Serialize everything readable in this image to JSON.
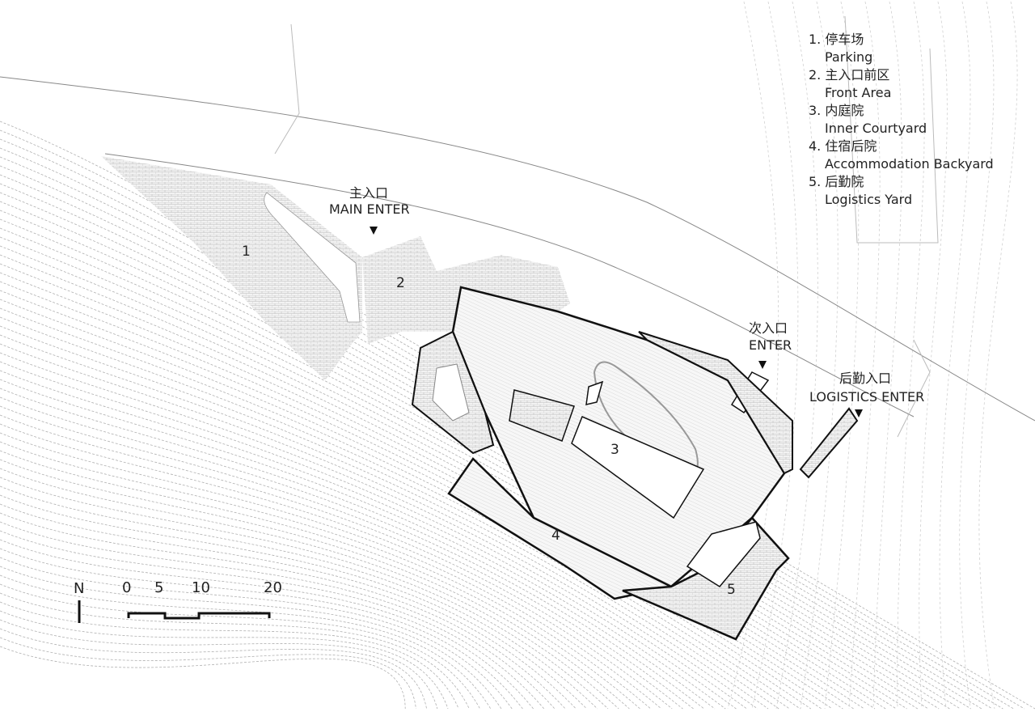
{
  "legend": [
    {
      "number": "1.",
      "zh": "停车场",
      "en": "Parking"
    },
    {
      "number": "2.",
      "zh": "主入口前区",
      "en": "Front Area"
    },
    {
      "number": "3.",
      "zh": "内庭院",
      "en": "Inner Courtyard"
    },
    {
      "number": "4.",
      "zh": "住宿后院",
      "en": "Accommodation Backyard"
    },
    {
      "number": "5.",
      "zh": "后勤院",
      "en": "Logistics Yard"
    }
  ],
  "zones": [
    "1",
    "2",
    "3",
    "4",
    "5"
  ],
  "entrances": {
    "main": {
      "zh": "主入口",
      "en": "MAIN ENTER"
    },
    "secondary": {
      "zh": "次入口",
      "en": "ENTER"
    },
    "logistics": {
      "zh": "后勤入口",
      "en": "LOGISTICS ENTER"
    }
  },
  "north_arrow": "N",
  "scale_bar": {
    "ticks": [
      "0",
      "5",
      "10",
      "20"
    ]
  },
  "colors": {
    "line": "#111111",
    "contour": "#b0b0b0",
    "paving": "#d8d8d8"
  }
}
